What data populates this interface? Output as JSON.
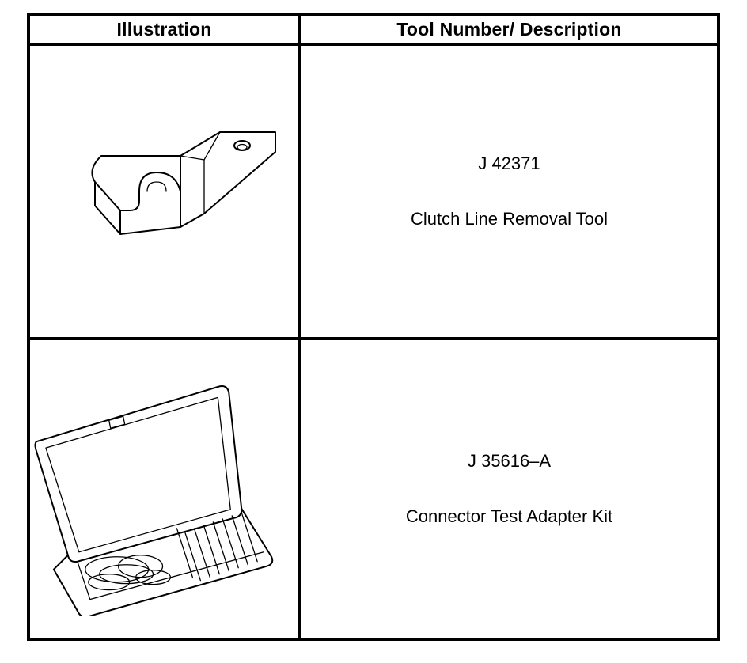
{
  "table": {
    "headers": {
      "illustration": "Illustration",
      "description": "Tool Number/ Description"
    },
    "rows": [
      {
        "tool_number": "J 42371",
        "description": "Clutch Line Removal Tool",
        "illustration_icon": "bent-bracket-tool-icon"
      },
      {
        "tool_number": "J 35616–A",
        "description": "Connector Test Adapter Kit",
        "illustration_icon": "adapter-kit-case-icon"
      }
    ]
  }
}
